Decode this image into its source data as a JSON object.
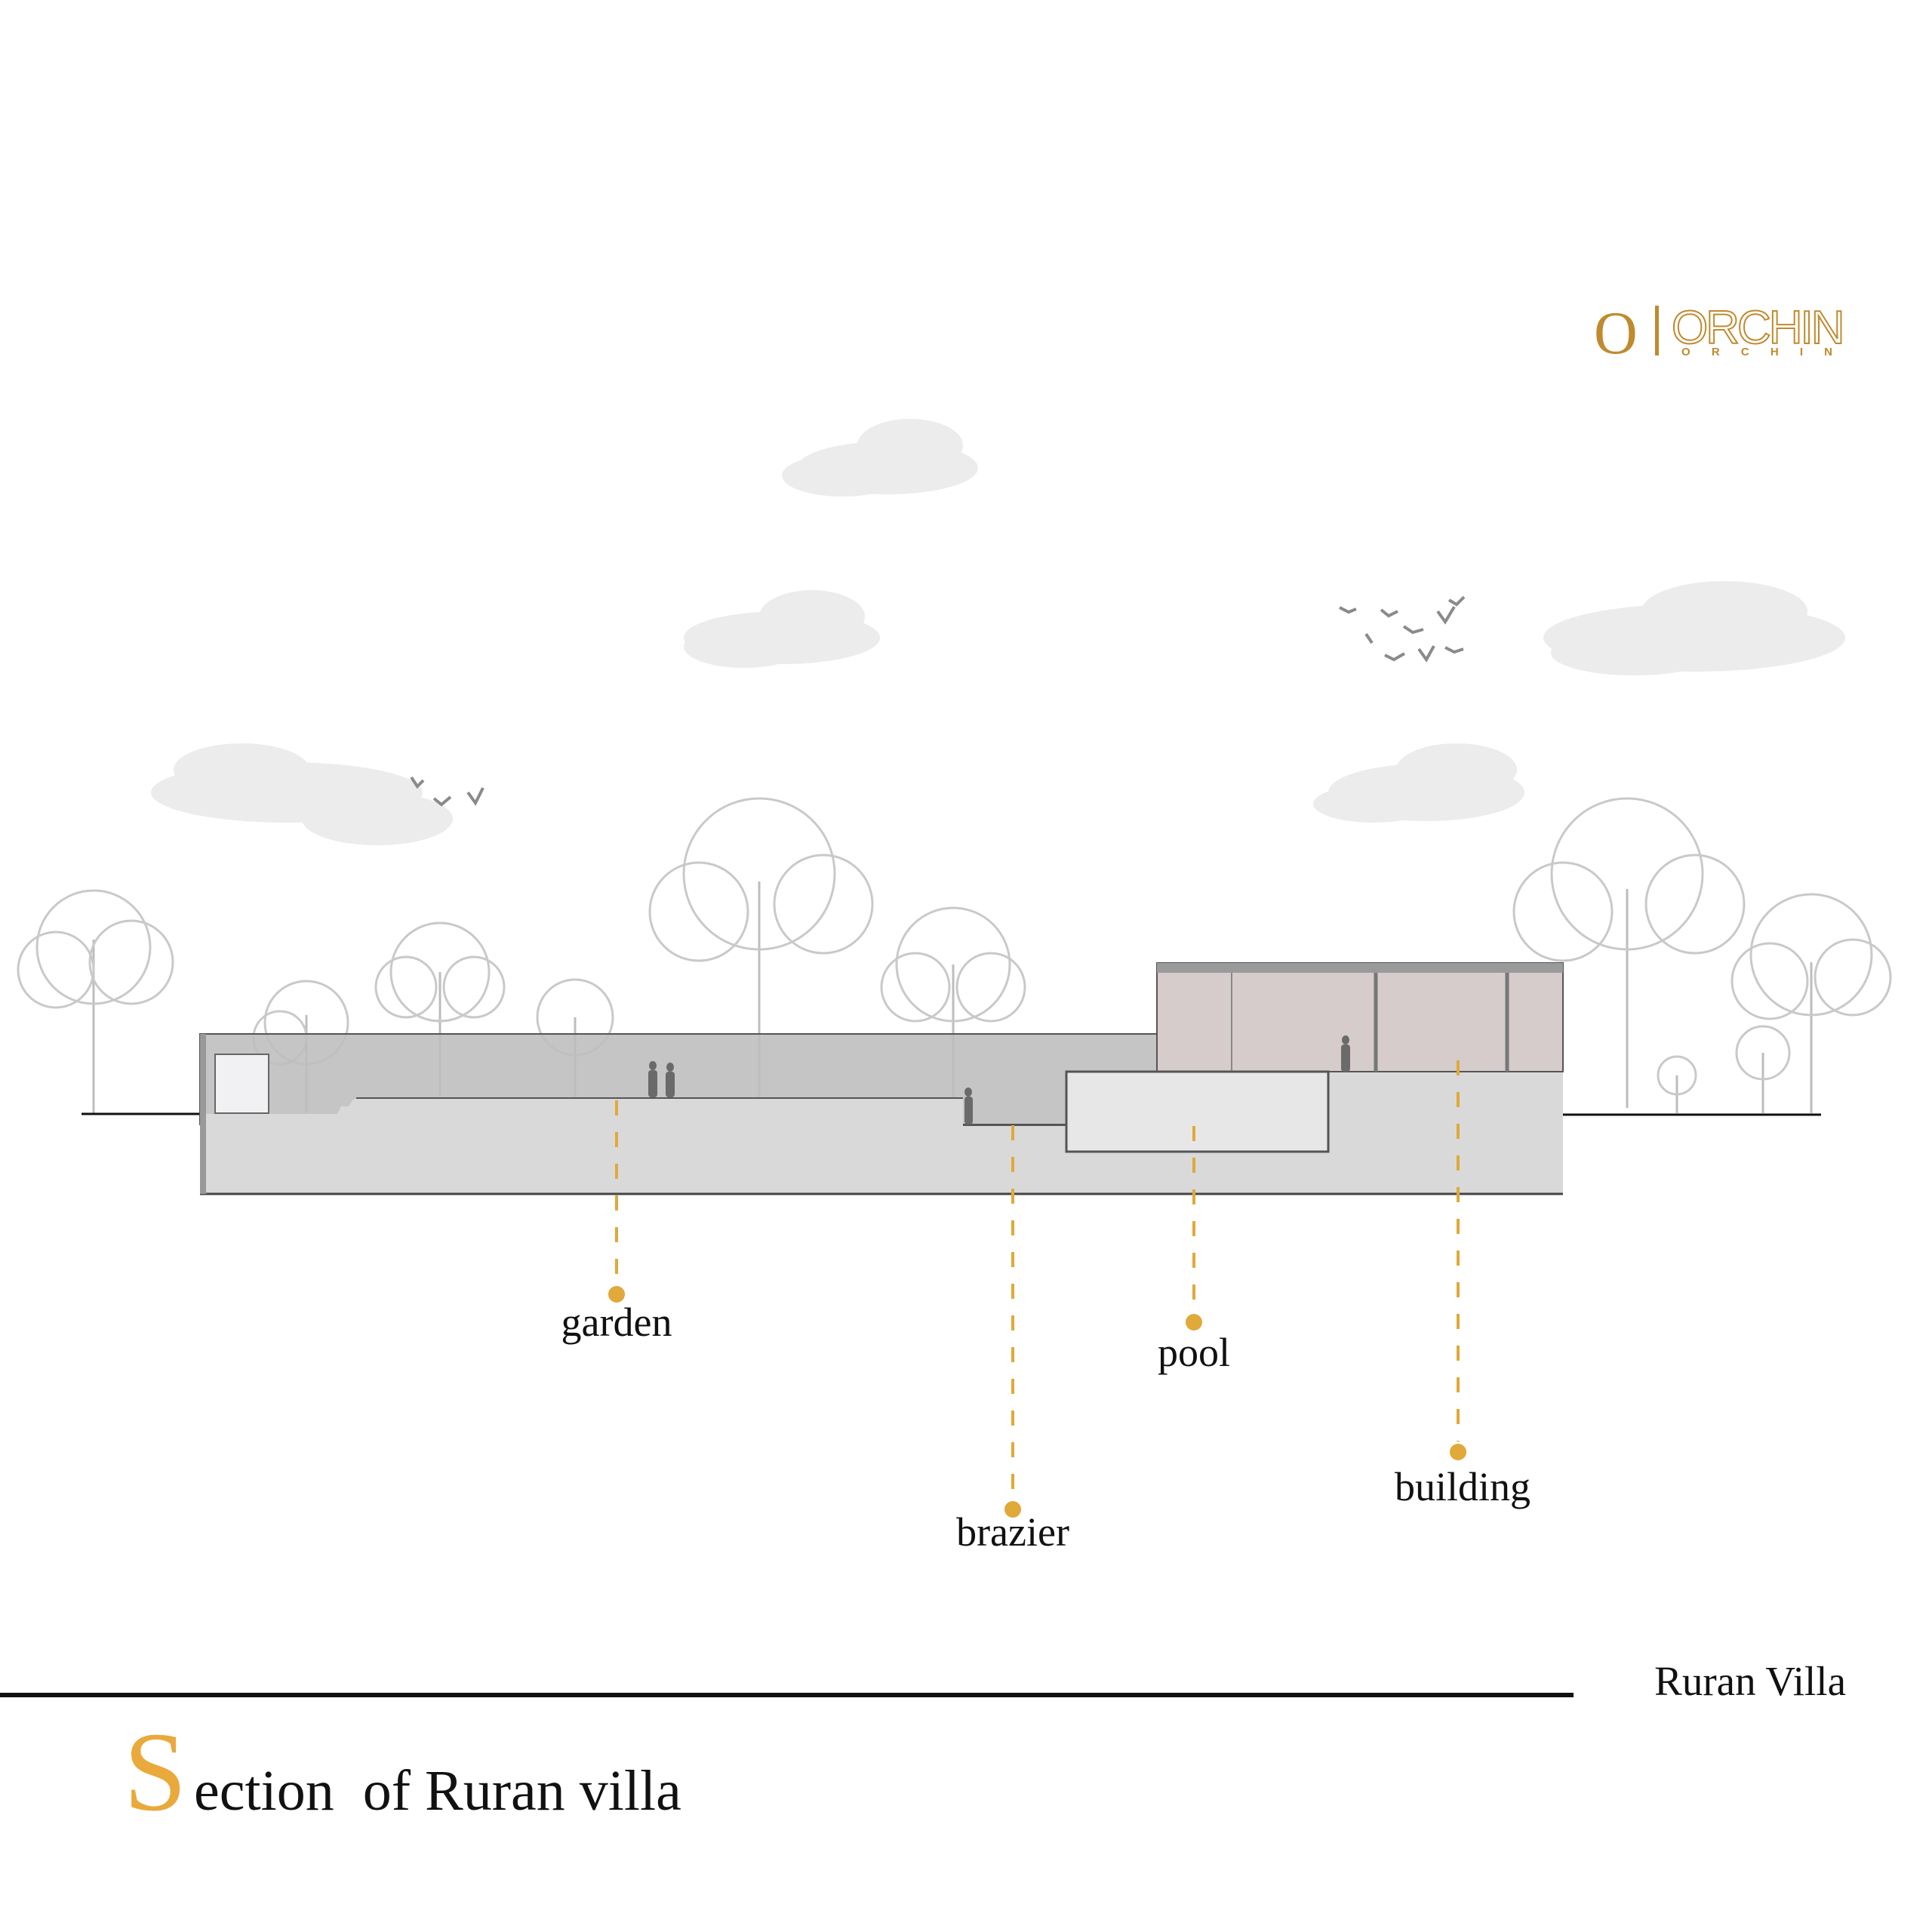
{
  "logo": {
    "mark": "O",
    "name": "ORCHIN",
    "subname": "O R C H I N"
  },
  "labels": {
    "garden": "garden",
    "brazier": "brazier",
    "pool": "pool",
    "building": "building"
  },
  "project_name": "Ruran Villa",
  "title": {
    "initial": "S",
    "rest": "ection  of Ruran villa"
  },
  "colors": {
    "accent": "#e0a93a",
    "logo": "#c08a2e",
    "wall": "#bdbdbd",
    "base": "#d9d9d9",
    "building_glass": "#d6cccc",
    "pool": "#e8e7e8"
  }
}
